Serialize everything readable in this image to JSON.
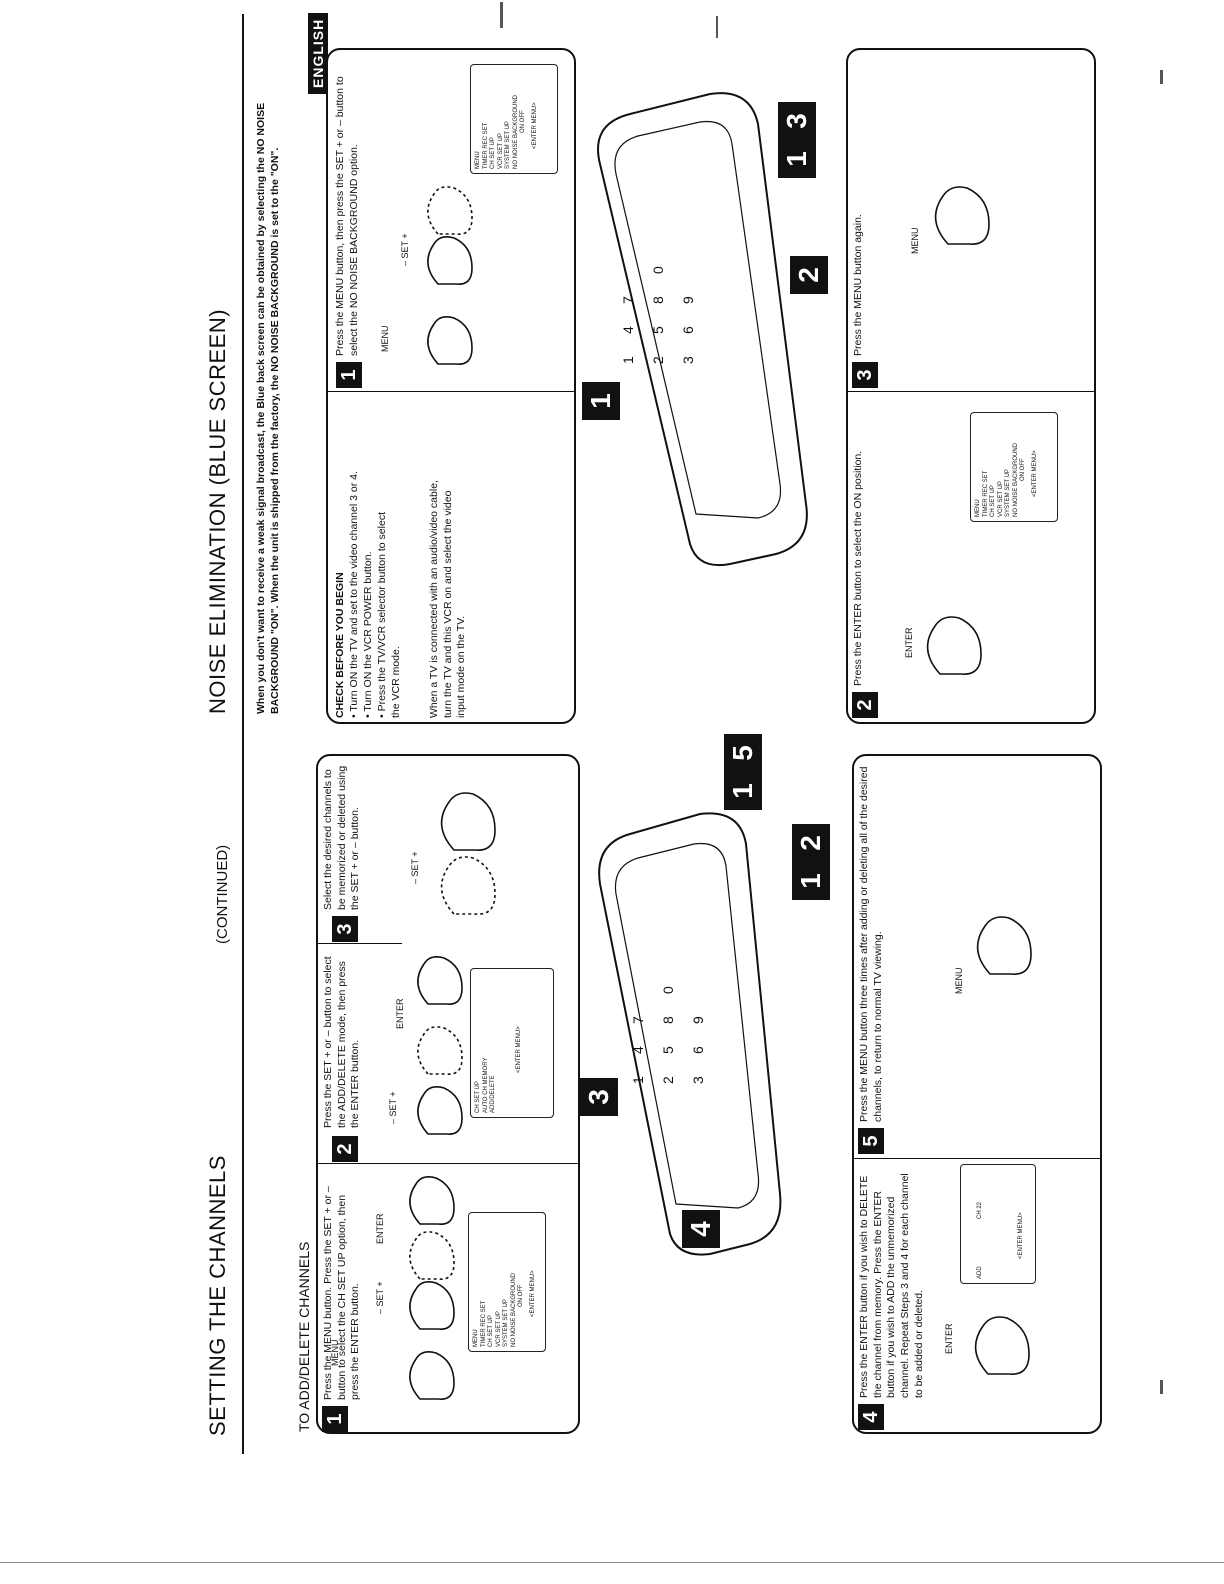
{
  "left": {
    "title": "SETTING THE CHANNELS",
    "continued": "(CONTINUED)",
    "subheading": "TO ADD/DELETE CHANNELS",
    "step1": {
      "num": "1",
      "text": "Press the MENU button. Press the SET + or – button to select the CH SET UP option, then press the ENTER button.",
      "labels": [
        "MENU",
        "– SET +",
        "ENTER"
      ],
      "screen": [
        "MENU",
        "TIMER REC SET",
        "CH SET UP",
        "VCR SET UP",
        "SYSTEM SET UP",
        "NO NOISE BACKGROUND",
        "ON  OFF",
        "",
        "<ENTER MENU>"
      ]
    },
    "step2": {
      "num": "2",
      "text": "Press the SET + or – button to select the ADD/DELETE mode, then press the ENTER button.",
      "labels": [
        "– SET +",
        "ENTER"
      ],
      "screen": [
        "CH SET UP",
        "AUTO CH MEMORY",
        "ADD/DELETE",
        "",
        "<ENTER MENU>"
      ]
    },
    "step3": {
      "num": "3",
      "text": "Select the desired channels to be memorized or deleted using the SET + or – button.",
      "labels": [
        "– SET +"
      ]
    },
    "step4": {
      "num": "4",
      "text": "Press the ENTER button if you wish to DELETE the channel from memory. Press the ENTER button if you wish to ADD the unmemorized channel. Repeat Steps 3 and 4 for each channel to be added or deleted.",
      "labels": [
        "ENTER"
      ],
      "screen": [
        "ADD",
        "CH 22",
        "<ENTER MENU>"
      ]
    },
    "step5": {
      "num": "5",
      "text": "Press the MENU button three times after adding or deleting all of the desired channels, to return to normal TV viewing.",
      "labels": [
        "MENU"
      ]
    },
    "callouts": [
      "3",
      "4",
      "1",
      "2",
      "1",
      "5"
    ]
  },
  "right": {
    "title": "NOISE ELIMINATION (BLUE SCREEN)",
    "language_tab": "ENGLISH",
    "intro": "When you don't want to receive a weak signal broadcast, the Blue back screen can be obtained by selecting the NO NOISE BACKGROUND \"ON\". When the unit is shipped from the factory, the NO NOISE BACKGROUND is set to the \"ON\".",
    "check": {
      "heading": "CHECK BEFORE YOU BEGIN",
      "items": [
        "• Turn ON the TV and set to the video channel 3 or 4.",
        "• Turn ON the VCR POWER button.",
        "• Press the TV/VCR selector button to select the VCR mode."
      ],
      "note": "When a TV is connected with an audio/video cable, turn the TV and this VCR on and select the video input mode on the TV."
    },
    "step1": {
      "num": "1",
      "text": "Press the MENU button, then press the SET + or – button to select the NO NOISE BACKGROUND option.",
      "labels": [
        "MENU",
        "– SET +"
      ],
      "screen": [
        "MENU",
        "TIMER REC SET",
        "CH SET UP",
        "VCR SET UP",
        "SYSTEM SET UP",
        "NO NOISE BACKGROUND",
        "ON  OFF",
        "",
        "<ENTER MENU>"
      ]
    },
    "step2": {
      "num": "2",
      "text": "Press the ENTER button to select the ON position.",
      "labels": [
        "ENTER"
      ],
      "screen": [
        "MENU",
        "TIMER REC SET",
        "CH SET UP",
        "VCR SET UP",
        "SYSTEM SET UP",
        "NO NOISE BACKGROUND",
        "ON  OFF",
        "",
        "<ENTER MENU>"
      ]
    },
    "step3": {
      "num": "3",
      "text": "Press the MENU button again.",
      "labels": [
        "MENU"
      ]
    },
    "callouts": [
      "1",
      "2",
      "1",
      "3"
    ]
  },
  "remote_buttons": [
    "1",
    "2",
    "3",
    "4",
    "5",
    "6",
    "7",
    "8",
    "9",
    "0"
  ]
}
